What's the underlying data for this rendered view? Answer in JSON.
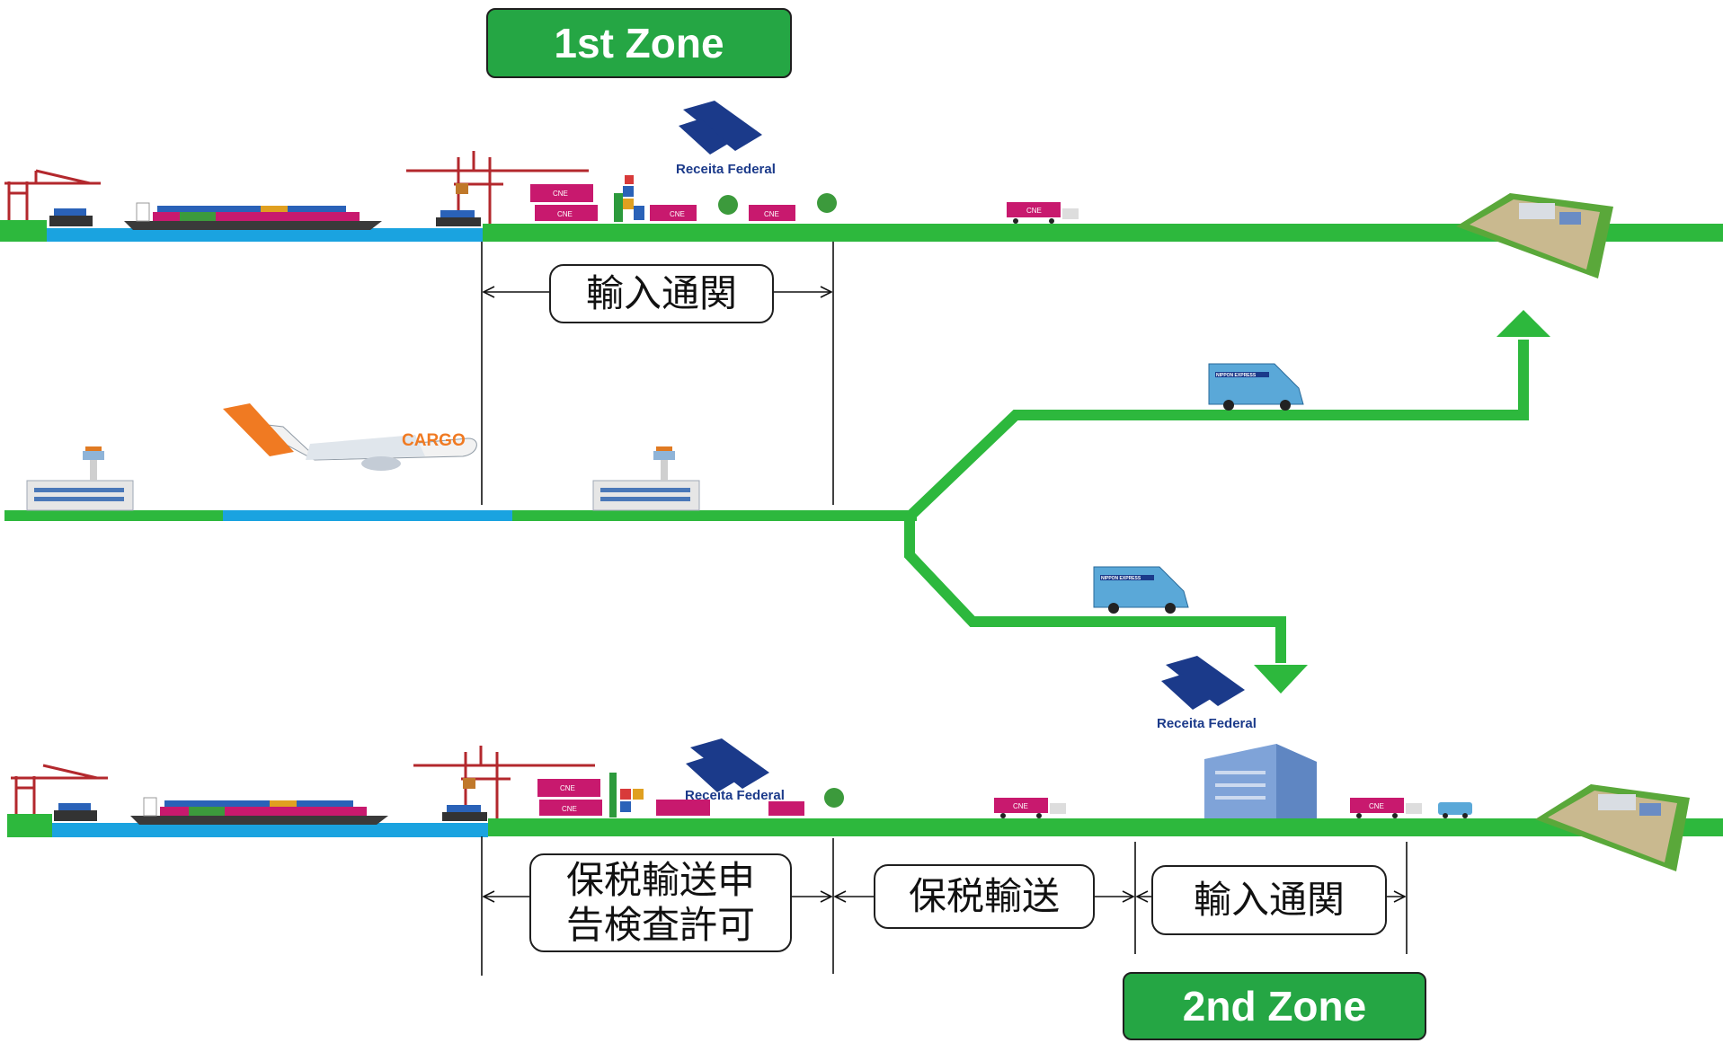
{
  "zones": {
    "first": "1st Zone",
    "second": "2nd Zone"
  },
  "labels": {
    "top_import_clearance": "輸入通関",
    "bonded_transport_application_line1": "保税輸送申",
    "bonded_transport_application_line2": "告検査許可",
    "bonded_transport": "保税輸送",
    "bottom_import_clearance": "輸入通関"
  },
  "logos": {
    "customs_authority": "Receita Federal",
    "container_mark": "CNE",
    "aircraft_livery": "CARGO",
    "aircraft_operator": "NIPPON EXPRESS",
    "van_livery": "NIPPON EXPRESS"
  },
  "colors": {
    "route_green": "#2db83d",
    "water_blue": "#1aa3e0",
    "badge_green": "#25a644",
    "customs_blue": "#1b3a8a",
    "container_magenta": "#c8196e"
  }
}
